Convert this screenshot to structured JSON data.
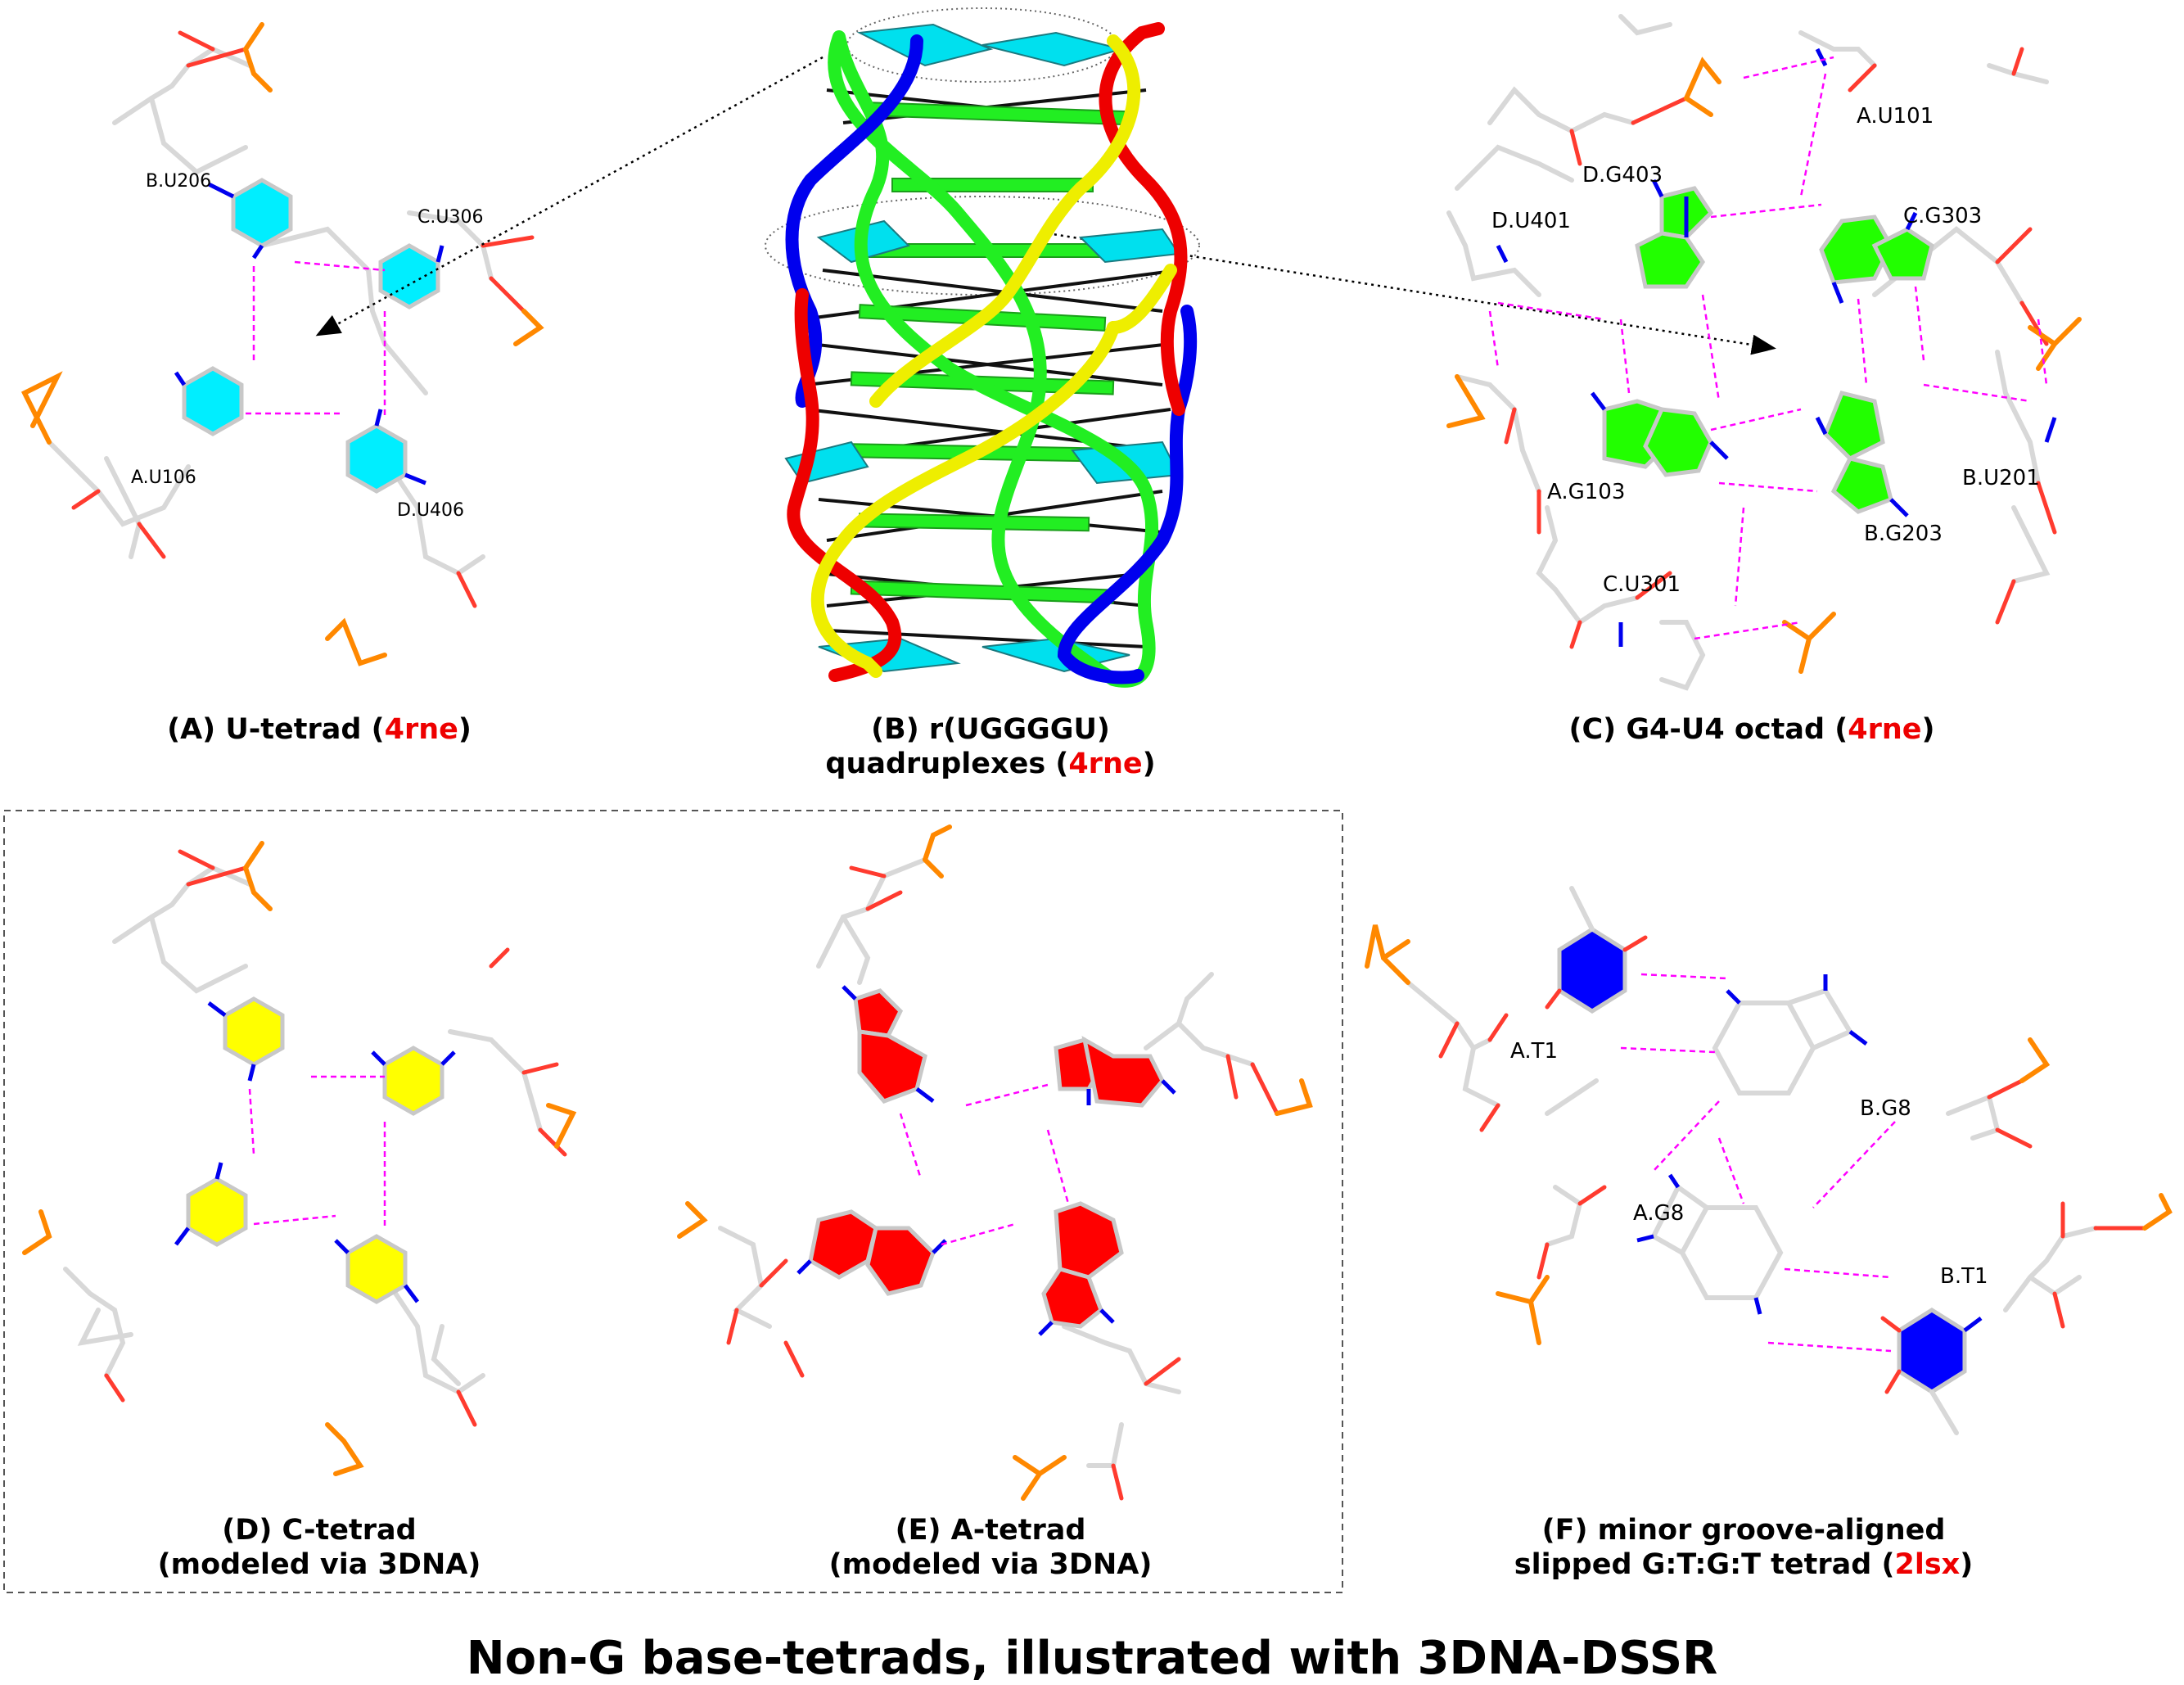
{
  "title": "Non-G base-tetrads, illustrated with 3DNA-DSSR",
  "colors": {
    "pdb_highlight": "#ee0000",
    "hbond": "#ff00ff",
    "bond_gray": "#d8d8d8",
    "u_tetrad": "#00eeff",
    "g_base": "#00ff00",
    "c_tetrad": "#ffff00",
    "a_tetrad": "#ff0000",
    "t_base": "#0000ff"
  },
  "panels": [
    {
      "id": "A",
      "caption_pre": "(A) U-tetrad (",
      "pdb": "4rne",
      "caption_post": ")",
      "labels": [
        "B.U206",
        "C.U306",
        "A.U106",
        "D.U406"
      ]
    },
    {
      "id": "B",
      "caption_line1": "(B) r(UGGGGU)",
      "caption_pre": "quadruplexes (",
      "pdb": "4rne",
      "caption_post": ")",
      "strand_colors": [
        "green",
        "blue",
        "red",
        "yellow"
      ]
    },
    {
      "id": "C",
      "caption_pre": "(C) G4-U4 octad (",
      "pdb": "4rne",
      "caption_post": ")",
      "labels": [
        "A.U101",
        "D.G403",
        "C.G303",
        "D.U401",
        "A.G103",
        "B.U201",
        "B.G203",
        "C.U301"
      ]
    },
    {
      "id": "D",
      "caption_line1": "(D) C-tetrad",
      "caption_line2": "(modeled via 3DNA)"
    },
    {
      "id": "E",
      "caption_line1": "(E) A-tetrad",
      "caption_line2": "(modeled via 3DNA)"
    },
    {
      "id": "F",
      "caption_line1": "(F) minor groove-aligned",
      "caption_pre": "slipped G:T:G:T tetrad (",
      "pdb": "2lsx",
      "caption_post": ")",
      "labels": [
        "A.T1",
        "B.G8",
        "A.G8",
        "B.T1"
      ]
    }
  ]
}
